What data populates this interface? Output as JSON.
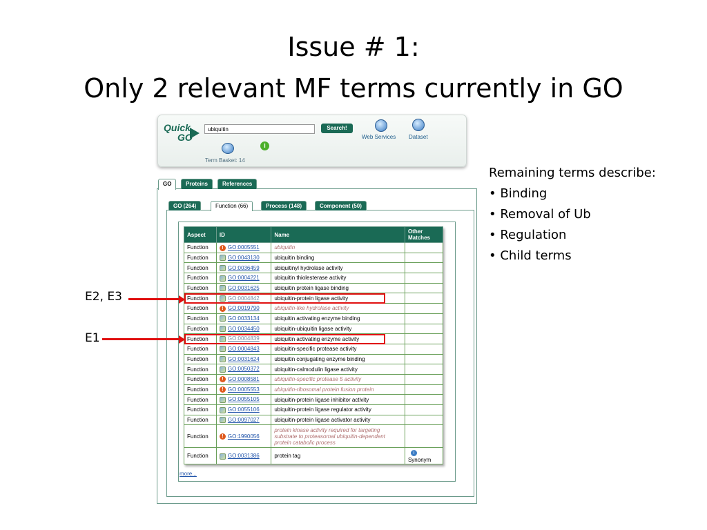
{
  "slide": {
    "title_line1": "Issue # 1:",
    "title_line2": "Only 2 relevant MF terms currently in GO"
  },
  "quickgo": {
    "logo_top": "Quick",
    "logo_bottom": "GO",
    "search_value": "ubiquitin",
    "search_button": "Search!",
    "web_services": "Web Services",
    "dataset": "Dataset",
    "term_basket": "Term Basket: 14"
  },
  "outer_tabs": [
    "GO",
    "Proteins",
    "References"
  ],
  "inner_tabs": [
    "GO (264)",
    "Function (66)",
    "Process (148)",
    "Component (50)"
  ],
  "table": {
    "headers": [
      "Aspect",
      "ID",
      "Name",
      "Other Matches"
    ],
    "rows": [
      {
        "aspect": "Function",
        "id": "GO:0005551",
        "name": "ubiquitin",
        "icon": "warning-icon",
        "obsolete": true,
        "other": ""
      },
      {
        "aspect": "Function",
        "id": "GO:0043130",
        "name": "ubiquitin binding",
        "icon": "term-icon",
        "obsolete": false,
        "other": ""
      },
      {
        "aspect": "Function",
        "id": "GO:0036459",
        "name": "ubiquitinyl hydrolase activity",
        "icon": "term-icon",
        "obsolete": false,
        "other": ""
      },
      {
        "aspect": "Function",
        "id": "GO:0004221",
        "name": "ubiquitin thiolesterase activity",
        "icon": "term-icon",
        "obsolete": false,
        "other": ""
      },
      {
        "aspect": "Function",
        "id": "GO:0031625",
        "name": "ubiquitin protein ligase binding",
        "icon": "term-icon",
        "obsolete": false,
        "other": ""
      },
      {
        "aspect": "Function",
        "id": "GO:0004842",
        "name": "ubiquitin-protein ligase activity",
        "icon": "term-icon",
        "obsolete": false,
        "other": ""
      },
      {
        "aspect": "Function",
        "id": "GO:0019790",
        "name": "ubiquitin-like hydrolase activity",
        "icon": "warning-icon",
        "obsolete": true,
        "other": ""
      },
      {
        "aspect": "Function",
        "id": "GO:0033134",
        "name": "ubiquitin activating enzyme binding",
        "icon": "term-icon",
        "obsolete": false,
        "other": ""
      },
      {
        "aspect": "Function",
        "id": "GO:0034450",
        "name": "ubiquitin-ubiquitin ligase activity",
        "icon": "term-icon",
        "obsolete": false,
        "other": ""
      },
      {
        "aspect": "Function",
        "id": "GO:0004839",
        "name": "ubiquitin activating enzyme activity",
        "icon": "term-icon",
        "obsolete": false,
        "other": ""
      },
      {
        "aspect": "Function",
        "id": "GO:0004843",
        "name": "ubiquitin-specific protease activity",
        "icon": "term-icon",
        "obsolete": false,
        "other": ""
      },
      {
        "aspect": "Function",
        "id": "GO:0031624",
        "name": "ubiquitin conjugating enzyme binding",
        "icon": "term-icon",
        "obsolete": false,
        "other": ""
      },
      {
        "aspect": "Function",
        "id": "GO:0050372",
        "name": "ubiquitin-calmodulin ligase activity",
        "icon": "term-icon",
        "obsolete": false,
        "other": ""
      },
      {
        "aspect": "Function",
        "id": "GO:0008581",
        "name": "ubiquitin-specific protease 5 activity",
        "icon": "warning-icon",
        "obsolete": true,
        "other": ""
      },
      {
        "aspect": "Function",
        "id": "GO:0005553",
        "name": "ubiquitin-ribosomal protein fusion protein",
        "icon": "warning-icon",
        "obsolete": true,
        "other": ""
      },
      {
        "aspect": "Function",
        "id": "GO:0055105",
        "name": "ubiquitin-protein ligase inhibitor activity",
        "icon": "term-icon",
        "obsolete": false,
        "other": ""
      },
      {
        "aspect": "Function",
        "id": "GO:0055106",
        "name": "ubiquitin-protein ligase regulator activity",
        "icon": "term-icon",
        "obsolete": false,
        "other": ""
      },
      {
        "aspect": "Function",
        "id": "GO:0097027",
        "name": "ubiquitin-protein ligase activator activity",
        "icon": "term-icon",
        "obsolete": false,
        "other": ""
      },
      {
        "aspect": "Function",
        "id": "GO:1990056",
        "name": "protein kinase activity required for targeting substrate to proteasomal ubiquitin-dependent protein catabolic process",
        "icon": "warning-icon",
        "obsolete": true,
        "other": ""
      },
      {
        "aspect": "Function",
        "id": "GO:0031386",
        "name": "protein tag",
        "icon": "term-icon",
        "obsolete": false,
        "other": "Synonym"
      }
    ],
    "more_link": "more..."
  },
  "annotations": {
    "e2e3": "E2, E3",
    "e1": "E1",
    "highlight_color": "#e01010"
  },
  "note": {
    "heading": "Remaining terms describe:",
    "bullets": [
      "• Binding",
      "• Removal of Ub",
      "• Regulation",
      "• Child terms"
    ]
  }
}
